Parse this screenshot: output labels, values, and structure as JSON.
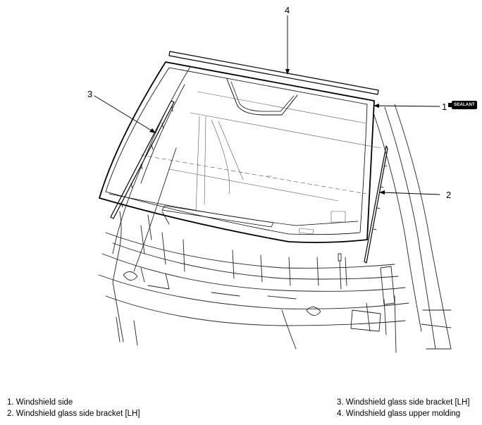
{
  "callouts": {
    "c1": "1",
    "c2": "2",
    "c3": "3",
    "c4": "4"
  },
  "sealant_label": "SEALANT",
  "legend": {
    "left": [
      "1. Windshield side",
      "2. Windshield glass side bracket [LH]"
    ],
    "right": [
      "3. Windshield glass side bracket [LH]",
      "4. Windshield glass upper molding"
    ]
  },
  "colors": {
    "line": "#000000",
    "detail": "#555555"
  }
}
